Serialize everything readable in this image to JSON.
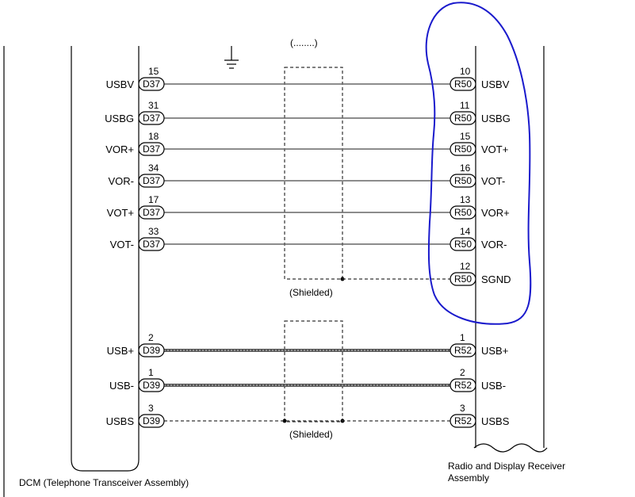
{
  "top_label_partial": "(........)",
  "left_device": {
    "name": "DCM (Telephone Transceiver Assembly)"
  },
  "right_device": {
    "name_line1": "Radio and Display Receiver",
    "name_line2": "Assembly"
  },
  "shield_label": "(Shielded)",
  "group1": [
    {
      "left_signal": "USBV",
      "left_pin": "15",
      "left_conn": "D37",
      "right_pin": "10",
      "right_conn": "R50",
      "right_signal": "USBV",
      "style": "solid"
    },
    {
      "left_signal": "USBG",
      "left_pin": "31",
      "left_conn": "D37",
      "right_pin": "11",
      "right_conn": "R50",
      "right_signal": "USBG",
      "style": "solid"
    },
    {
      "left_signal": "VOR+",
      "left_pin": "18",
      "left_conn": "D37",
      "right_pin": "15",
      "right_conn": "R50",
      "right_signal": "VOT+",
      "style": "solid"
    },
    {
      "left_signal": "VOR-",
      "left_pin": "34",
      "left_conn": "D37",
      "right_pin": "16",
      "right_conn": "R50",
      "right_signal": "VOT-",
      "style": "solid"
    },
    {
      "left_signal": "VOT+",
      "left_pin": "17",
      "left_conn": "D37",
      "right_pin": "13",
      "right_conn": "R50",
      "right_signal": "VOR+",
      "style": "solid"
    },
    {
      "left_signal": "VOT-",
      "left_pin": "33",
      "left_conn": "D37",
      "right_pin": "14",
      "right_conn": "R50",
      "right_signal": "VOR-",
      "style": "solid"
    },
    {
      "left_signal": "",
      "left_pin": "",
      "left_conn": "",
      "right_pin": "12",
      "right_conn": "R50",
      "right_signal": "SGND",
      "style": "shield"
    }
  ],
  "group2": [
    {
      "left_signal": "USB+",
      "left_pin": "2",
      "left_conn": "D39",
      "right_pin": "1",
      "right_conn": "R52",
      "right_signal": "USB+",
      "style": "twisted"
    },
    {
      "left_signal": "USB-",
      "left_pin": "1",
      "left_conn": "D39",
      "right_pin": "2",
      "right_conn": "R52",
      "right_signal": "USB-",
      "style": "twisted"
    },
    {
      "left_signal": "USBS",
      "left_pin": "3",
      "left_conn": "D39",
      "right_pin": "3",
      "right_conn": "R52",
      "right_signal": "USBS",
      "style": "shield"
    }
  ],
  "annotation": {
    "shape": "hand-drawn-loop",
    "color": "#1a1acc"
  }
}
